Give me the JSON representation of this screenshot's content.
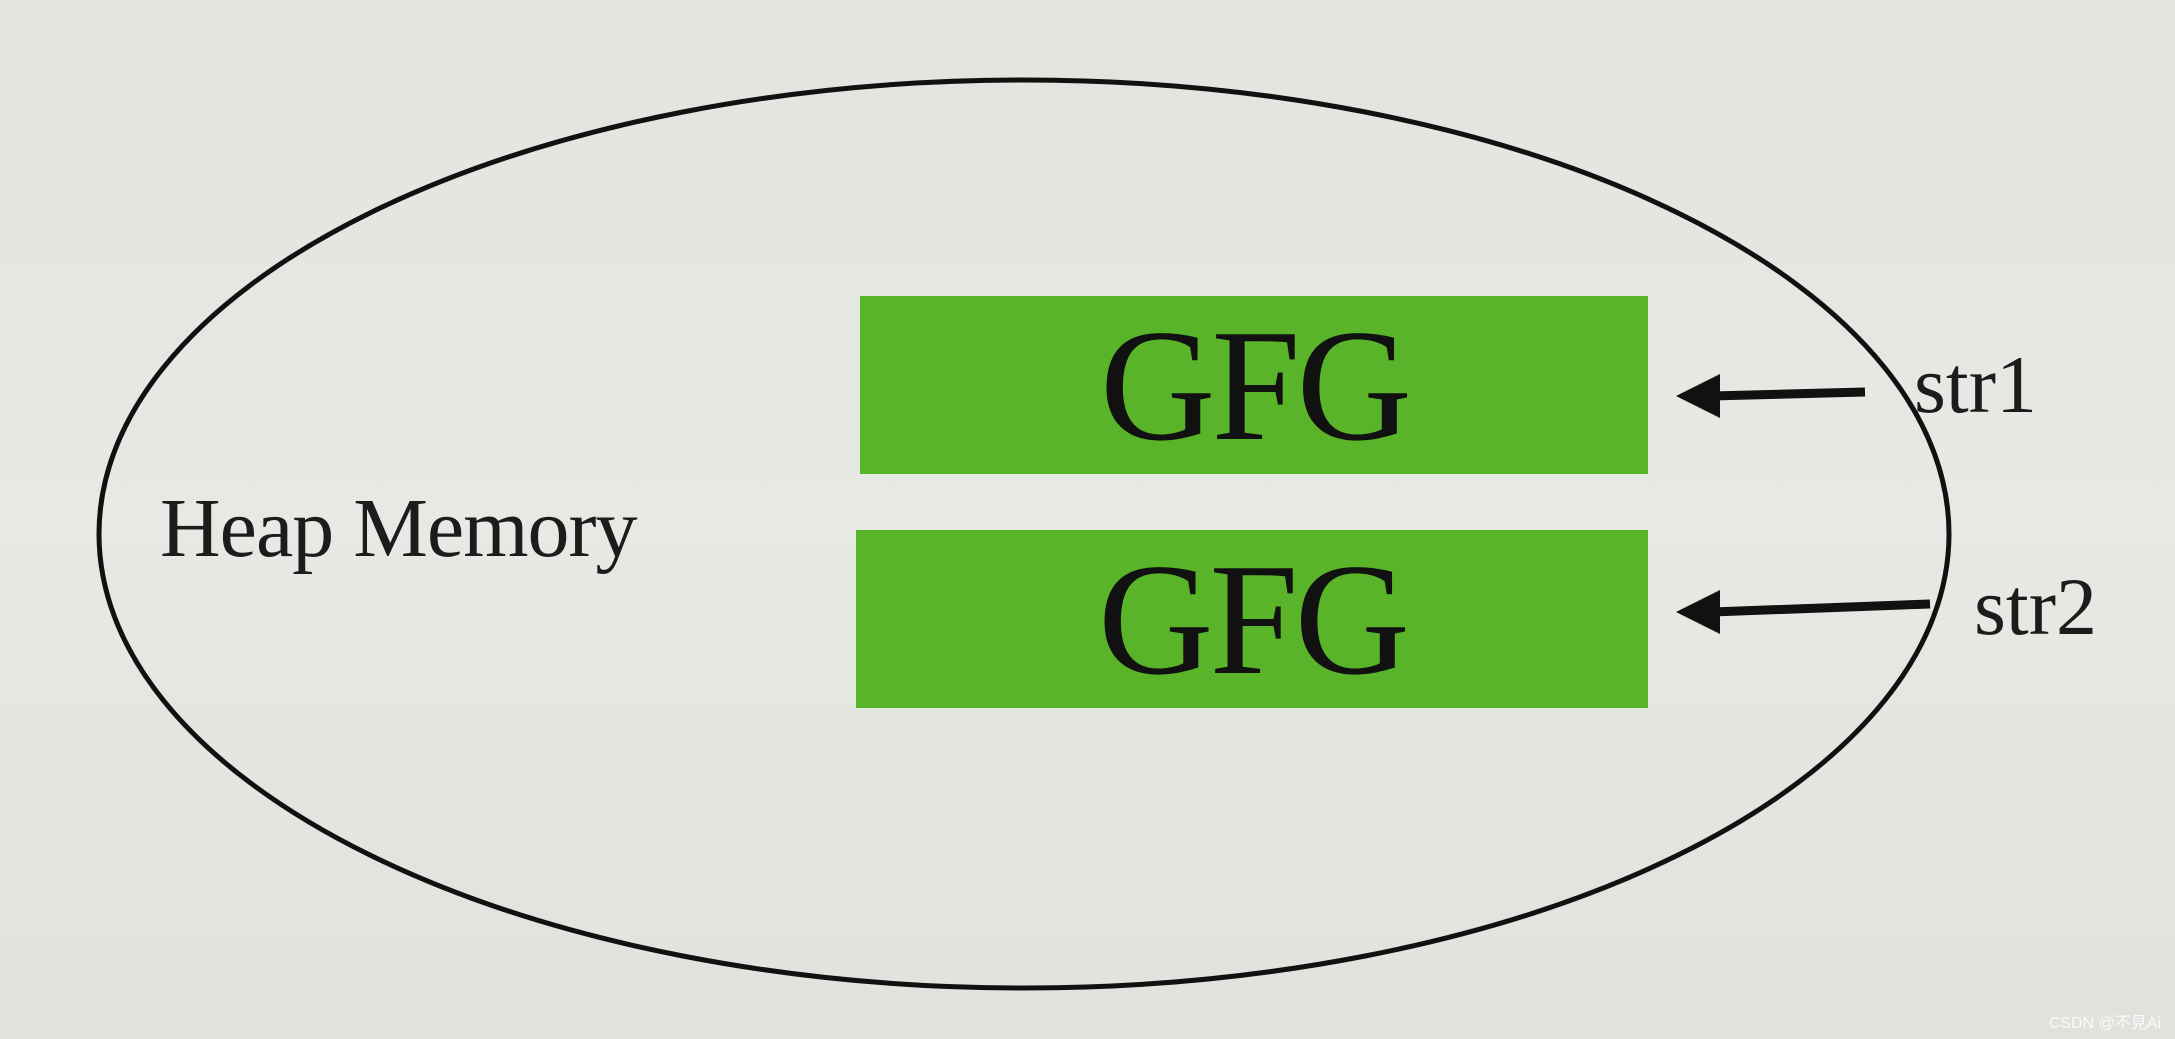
{
  "diagram": {
    "region_label": "Heap Memory",
    "string_objects": [
      {
        "value": "GFG"
      },
      {
        "value": "GFG"
      }
    ],
    "references": [
      {
        "name": "str1"
      },
      {
        "name": "str2"
      }
    ]
  },
  "watermark": "CSDN @不見Ai",
  "colors": {
    "block_fill": "#5ab42a",
    "outline": "#111111",
    "text": "#1c1c1c"
  }
}
